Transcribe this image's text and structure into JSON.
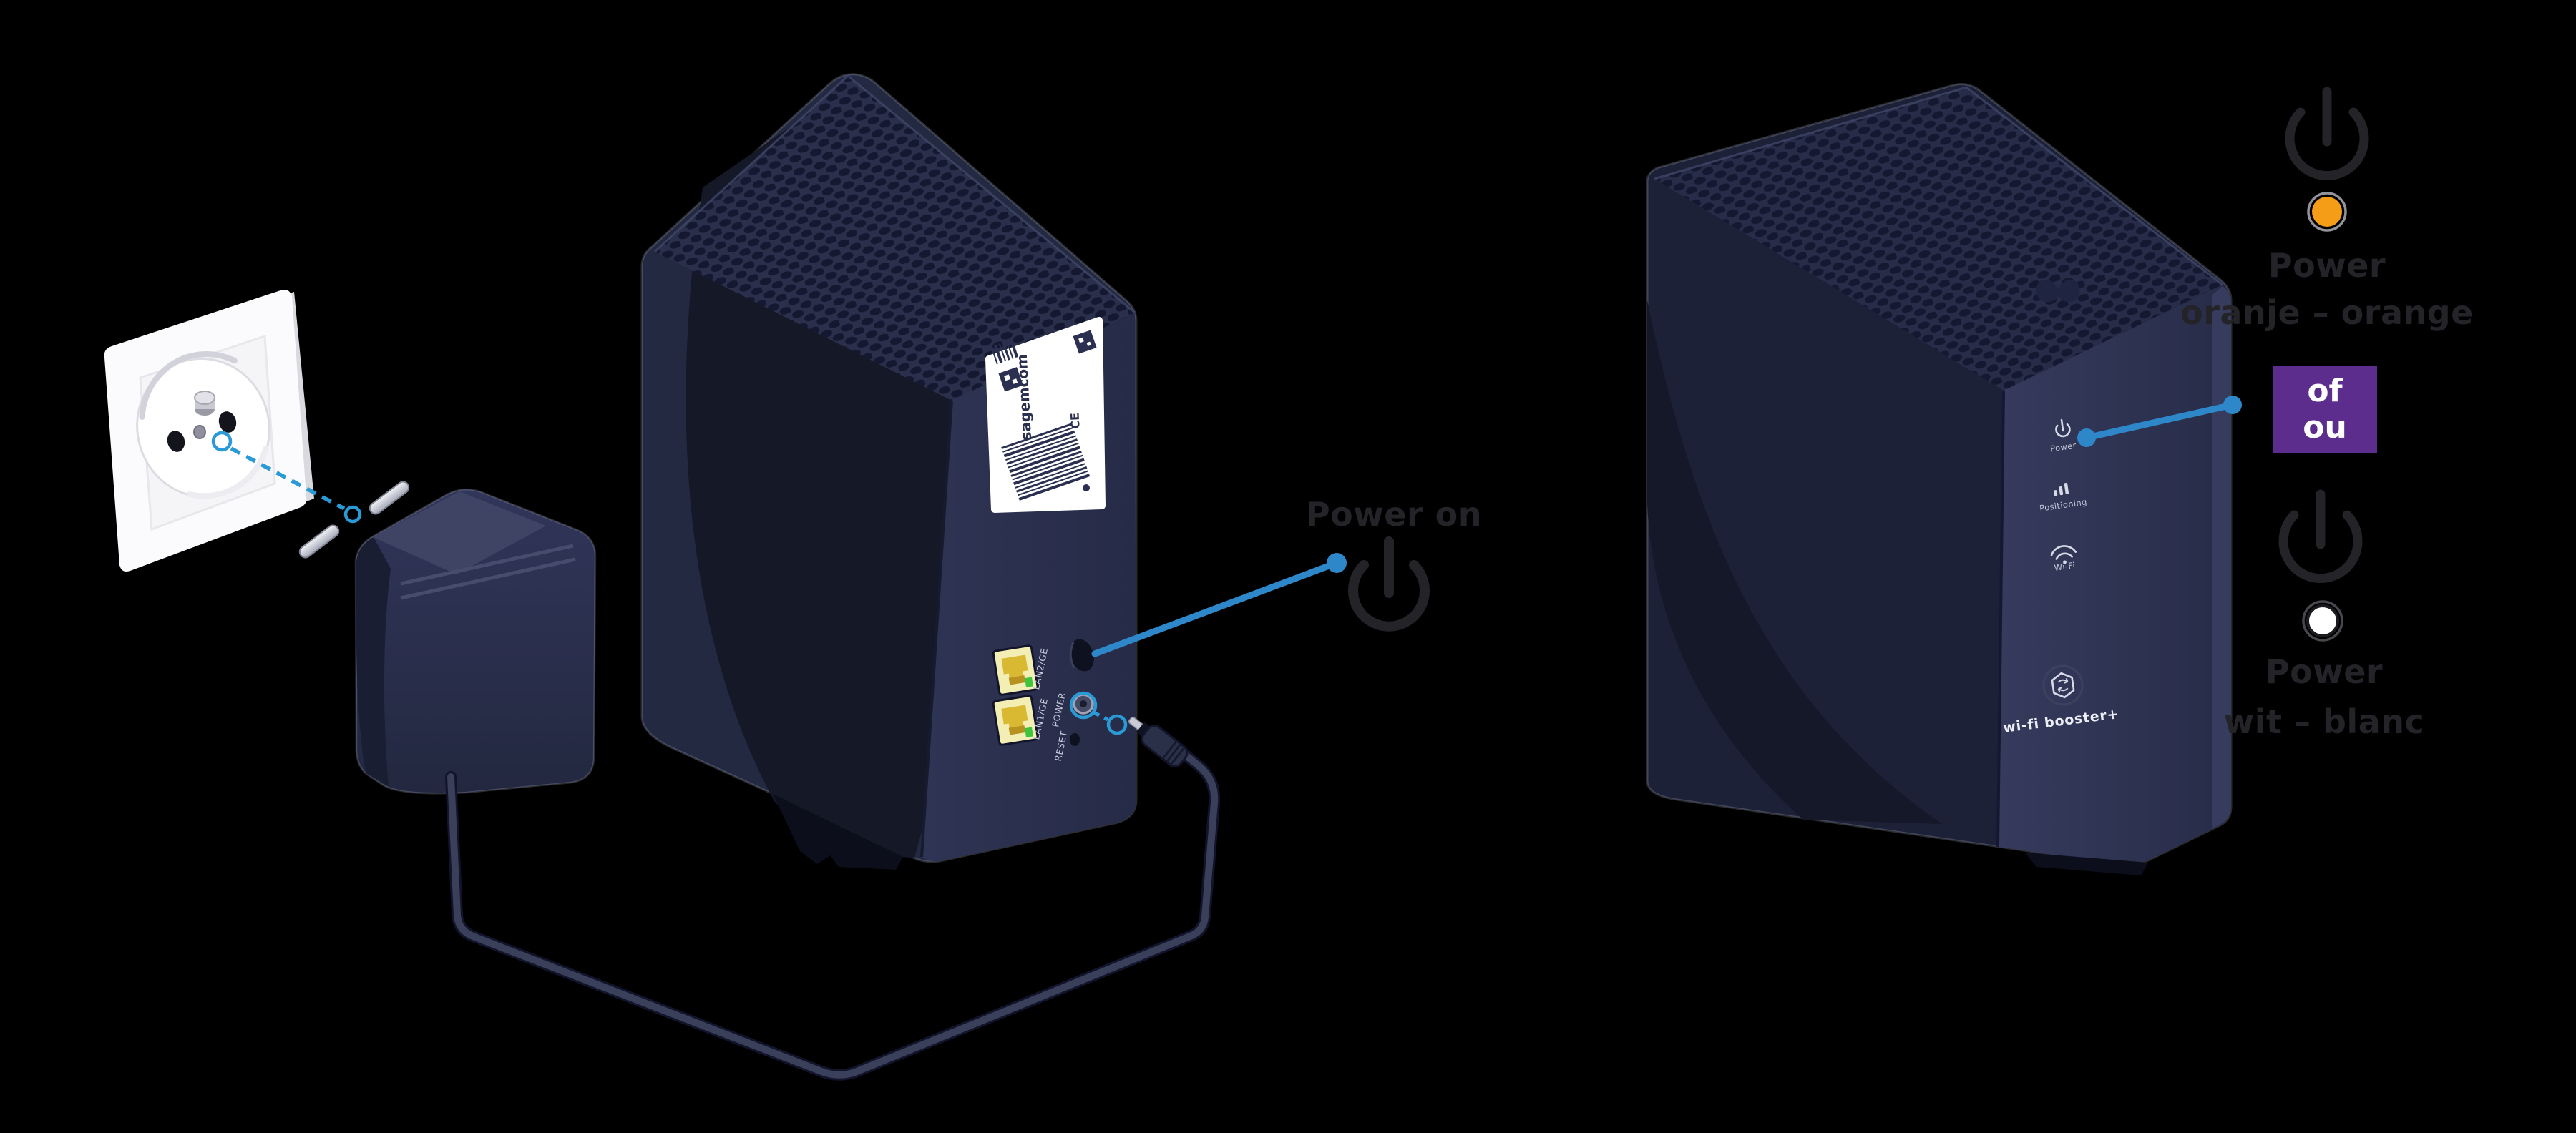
{
  "scene": {
    "background": "#000000"
  },
  "colors": {
    "accent_blue": "#2d87c9",
    "guide_blue": "#2a9ad6",
    "led_orange": "#f59d16",
    "led_white": "#ffffff",
    "or_box_purple": "#5c2d8c",
    "device_navy": "#262b45",
    "annotation_text": "#232328"
  },
  "left": {
    "power_on_label": "Power on",
    "booster_rear": {
      "sticker_brand": "sagemcom",
      "ce_mark": "CE",
      "port_label_lan2": "LAN2/GE",
      "port_label_lan1": "LAN1/GE",
      "power_port_label": "POWER",
      "reset_label": "RESET"
    }
  },
  "right": {
    "booster_front": {
      "power": "Power",
      "positioning": "Positioning",
      "wifi": "Wi-Fi",
      "product": "wi-fi booster+"
    },
    "led_top": {
      "title": "Power",
      "subtitle": "oranje – orange"
    },
    "or_box": {
      "line1": "of",
      "line2": "ou"
    },
    "led_bottom": {
      "title": "Power",
      "subtitle": "wit – blanc"
    }
  }
}
